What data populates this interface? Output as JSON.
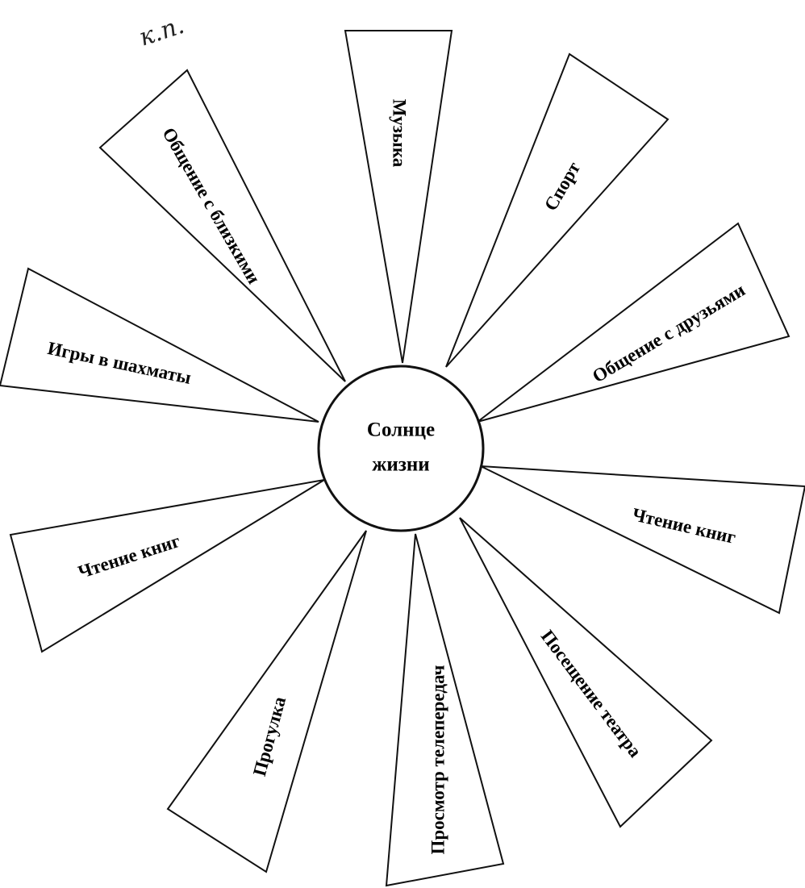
{
  "note": "к.п.",
  "center": {
    "line1": "Солнце",
    "line2": "жизни"
  },
  "rays": [
    {
      "id": "ray-music",
      "label": "Музыка"
    },
    {
      "id": "ray-sport",
      "label": "Спорт"
    },
    {
      "id": "ray-friends",
      "label": "Общение с друзьями"
    },
    {
      "id": "ray-reading-right",
      "label": "Чтение книг"
    },
    {
      "id": "ray-theatre",
      "label": "Посещение театра"
    },
    {
      "id": "ray-tv",
      "label": "Просмотр телепередач"
    },
    {
      "id": "ray-walk",
      "label": "Прогулка"
    },
    {
      "id": "ray-reading-left",
      "label": "Чтение книг"
    },
    {
      "id": "ray-chess",
      "label": "Игры в шахматы"
    },
    {
      "id": "ray-family",
      "label": "Общение с близкими"
    }
  ]
}
